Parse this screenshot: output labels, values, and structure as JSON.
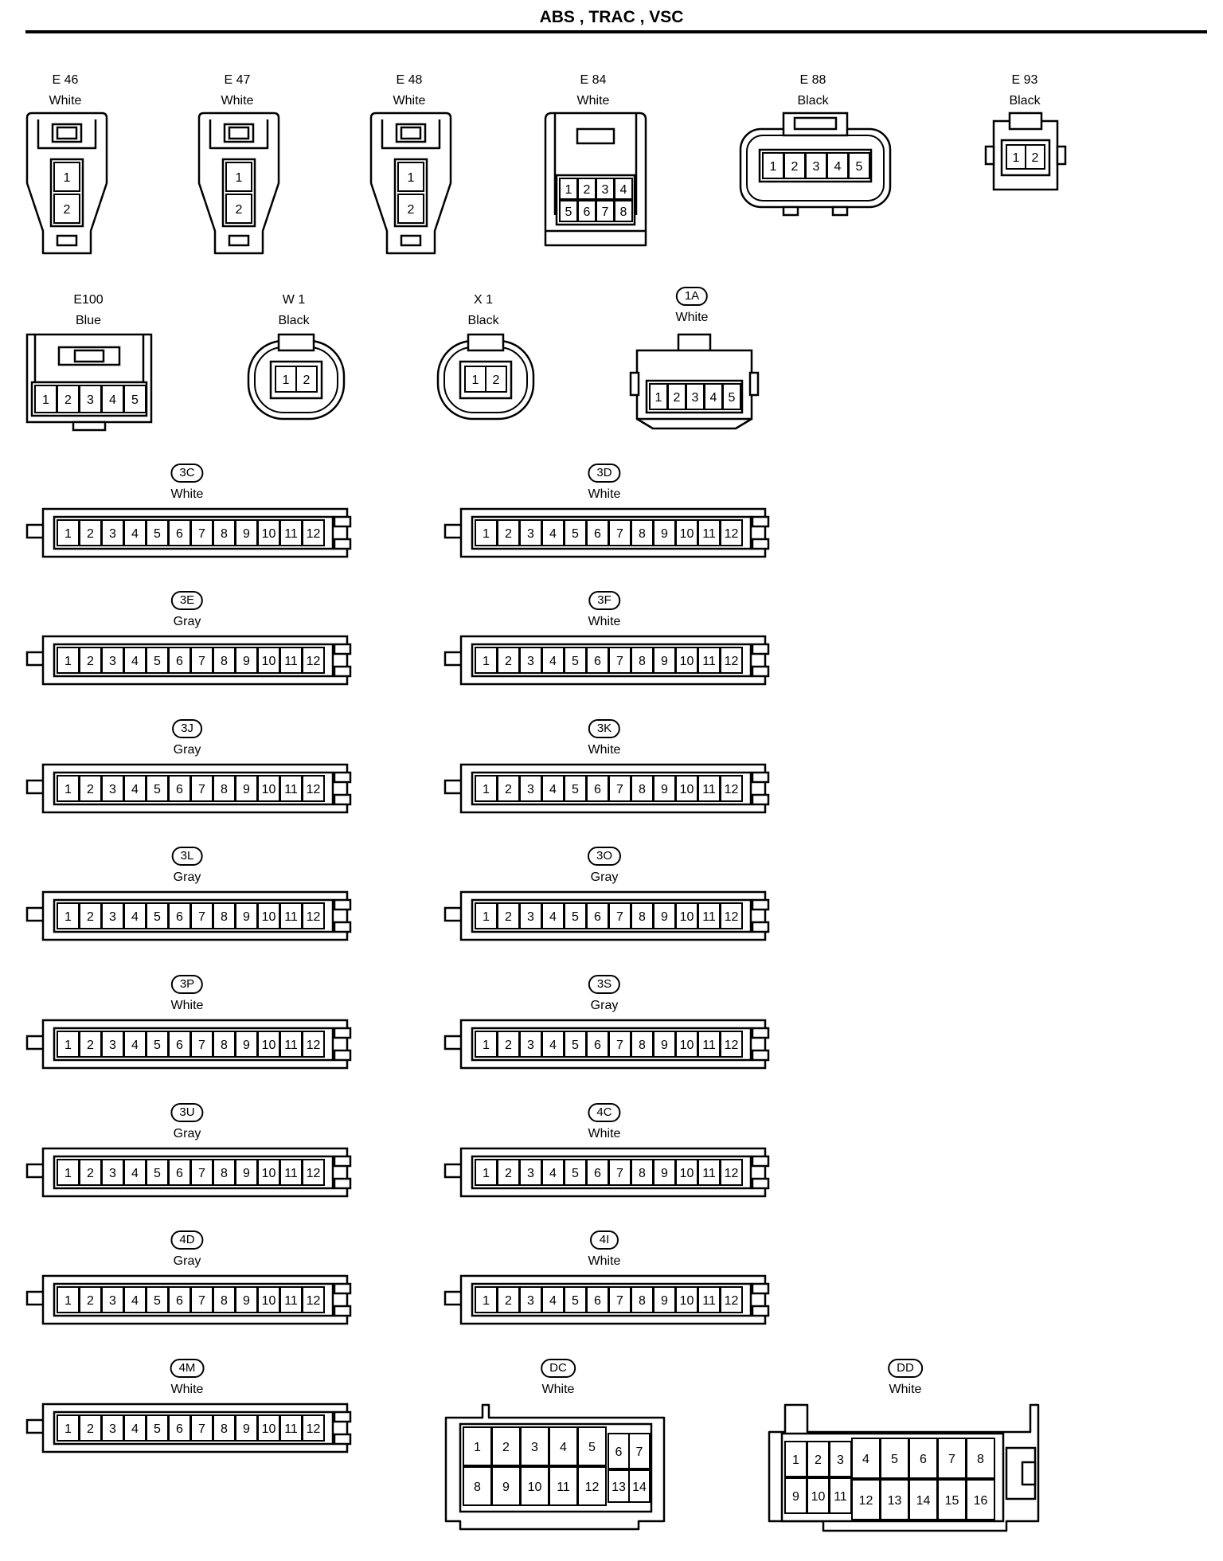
{
  "title": "ABS , TRAC , VSC",
  "connectors": [
    {
      "id": "E 46",
      "color": "White",
      "pins": [
        "1",
        "2"
      ]
    },
    {
      "id": "E 47",
      "color": "White",
      "pins": [
        "1",
        "2"
      ]
    },
    {
      "id": "E 48",
      "color": "White",
      "pins": [
        "1",
        "2"
      ]
    },
    {
      "id": "E 84",
      "color": "White",
      "pins": [
        "1",
        "2",
        "3",
        "4",
        "5",
        "6",
        "7",
        "8"
      ]
    },
    {
      "id": "E 88",
      "color": "Black",
      "pins": [
        "1",
        "2",
        "3",
        "4",
        "5"
      ]
    },
    {
      "id": "E 93",
      "color": "Black",
      "pins": [
        "1",
        "2"
      ]
    },
    {
      "id": "E100",
      "color": "Blue",
      "pins": [
        "1",
        "2",
        "3",
        "4",
        "5"
      ]
    },
    {
      "id": "W 1",
      "color": "Black",
      "pins": [
        "1",
        "2"
      ]
    },
    {
      "id": "X 1",
      "color": "Black",
      "pins": [
        "1",
        "2"
      ]
    },
    {
      "id": "1A",
      "color": "White",
      "pins": [
        "1",
        "2",
        "3",
        "4",
        "5"
      ]
    },
    {
      "id": "3C",
      "color": "White",
      "pins": [
        "1",
        "2",
        "3",
        "4",
        "5",
        "6",
        "7",
        "8",
        "9",
        "10",
        "11",
        "12"
      ]
    },
    {
      "id": "3D",
      "color": "White",
      "pins": [
        "1",
        "2",
        "3",
        "4",
        "5",
        "6",
        "7",
        "8",
        "9",
        "10",
        "11",
        "12"
      ]
    },
    {
      "id": "3E",
      "color": "Gray",
      "pins": [
        "1",
        "2",
        "3",
        "4",
        "5",
        "6",
        "7",
        "8",
        "9",
        "10",
        "11",
        "12"
      ]
    },
    {
      "id": "3F",
      "color": "White",
      "pins": [
        "1",
        "2",
        "3",
        "4",
        "5",
        "6",
        "7",
        "8",
        "9",
        "10",
        "11",
        "12"
      ]
    },
    {
      "id": "3J",
      "color": "Gray",
      "pins": [
        "1",
        "2",
        "3",
        "4",
        "5",
        "6",
        "7",
        "8",
        "9",
        "10",
        "11",
        "12"
      ]
    },
    {
      "id": "3K",
      "color": "White",
      "pins": [
        "1",
        "2",
        "3",
        "4",
        "5",
        "6",
        "7",
        "8",
        "9",
        "10",
        "11",
        "12"
      ]
    },
    {
      "id": "3L",
      "color": "Gray",
      "pins": [
        "1",
        "2",
        "3",
        "4",
        "5",
        "6",
        "7",
        "8",
        "9",
        "10",
        "11",
        "12"
      ]
    },
    {
      "id": "3O",
      "color": "Gray",
      "pins": [
        "1",
        "2",
        "3",
        "4",
        "5",
        "6",
        "7",
        "8",
        "9",
        "10",
        "11",
        "12"
      ]
    },
    {
      "id": "3P",
      "color": "White",
      "pins": [
        "1",
        "2",
        "3",
        "4",
        "5",
        "6",
        "7",
        "8",
        "9",
        "10",
        "11",
        "12"
      ]
    },
    {
      "id": "3S",
      "color": "Gray",
      "pins": [
        "1",
        "2",
        "3",
        "4",
        "5",
        "6",
        "7",
        "8",
        "9",
        "10",
        "11",
        "12"
      ]
    },
    {
      "id": "3U",
      "color": "Gray",
      "pins": [
        "1",
        "2",
        "3",
        "4",
        "5",
        "6",
        "7",
        "8",
        "9",
        "10",
        "11",
        "12"
      ]
    },
    {
      "id": "4C",
      "color": "White",
      "pins": [
        "1",
        "2",
        "3",
        "4",
        "5",
        "6",
        "7",
        "8",
        "9",
        "10",
        "11",
        "12"
      ]
    },
    {
      "id": "4D",
      "color": "Gray",
      "pins": [
        "1",
        "2",
        "3",
        "4",
        "5",
        "6",
        "7",
        "8",
        "9",
        "10",
        "11",
        "12"
      ]
    },
    {
      "id": "4I",
      "color": "White",
      "pins": [
        "1",
        "2",
        "3",
        "4",
        "5",
        "6",
        "7",
        "8",
        "9",
        "10",
        "11",
        "12"
      ]
    },
    {
      "id": "4M",
      "color": "White",
      "pins": [
        "1",
        "2",
        "3",
        "4",
        "5",
        "6",
        "7",
        "8",
        "9",
        "10",
        "11",
        "12"
      ]
    },
    {
      "id": "DC",
      "color": "White",
      "pins": [
        "1",
        "2",
        "3",
        "4",
        "5",
        "6",
        "7",
        "8",
        "9",
        "10",
        "11",
        "12",
        "13",
        "14"
      ]
    },
    {
      "id": "DD",
      "color": "White",
      "pins": [
        "1",
        "2",
        "3",
        "4",
        "5",
        "6",
        "7",
        "8",
        "9",
        "10",
        "11",
        "12",
        "13",
        "14",
        "15",
        "16"
      ]
    }
  ]
}
